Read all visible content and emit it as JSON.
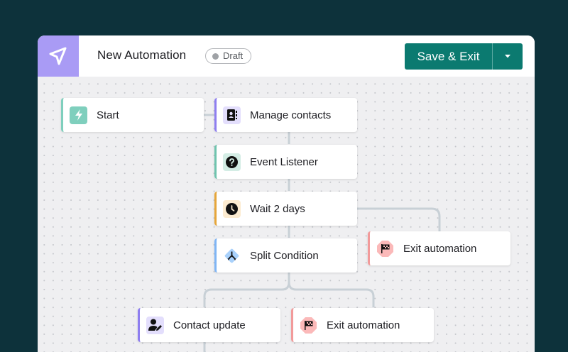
{
  "header": {
    "logo_icon": "paper-plane-icon",
    "title": "New Automation",
    "status_badge": "Draft",
    "save_button": "Save & Exit",
    "dropdown_icon": "caret-down-icon"
  },
  "colors": {
    "background": "#0d323b",
    "logo_bg": "#a99bf5",
    "primary": "#0b7a70",
    "canvas": "#efeff1",
    "connector": "#c8d0d6"
  },
  "nodes": [
    {
      "id": "start",
      "label": "Start",
      "icon": "lightning-icon",
      "accent": "#7fcfbd",
      "icon_bg": "#7fcfbd"
    },
    {
      "id": "manage-contacts",
      "label": "Manage contacts",
      "icon": "contact-book-icon",
      "accent": "#8e7ef0",
      "icon_bg": "#e3defc"
    },
    {
      "id": "event-listener",
      "label": "Event Listener",
      "icon": "question-circle-icon",
      "accent": "#6fc4ae",
      "icon_bg": "#d4ede5"
    },
    {
      "id": "wait",
      "label": "Wait 2 days",
      "icon": "clock-icon",
      "accent": "#e6a63a",
      "icon_bg": "#fcebd0"
    },
    {
      "id": "split-condition",
      "label": "Split Condition",
      "icon": "split-arrows-icon",
      "accent": "#7fb5f5",
      "icon_bg": "#a9d1fb"
    },
    {
      "id": "exit-1",
      "label": "Exit automation",
      "icon": "checkered-flag-icon",
      "accent": "#f29a9a",
      "icon_bg": "#fbb9b9"
    },
    {
      "id": "contact-update",
      "label": "Contact update",
      "icon": "user-edit-icon",
      "accent": "#8e7ef0",
      "icon_bg": "#e3defc"
    },
    {
      "id": "exit-2",
      "label": "Exit automation",
      "icon": "checkered-flag-icon",
      "accent": "#f29a9a",
      "icon_bg": "#fbb9b9"
    }
  ]
}
